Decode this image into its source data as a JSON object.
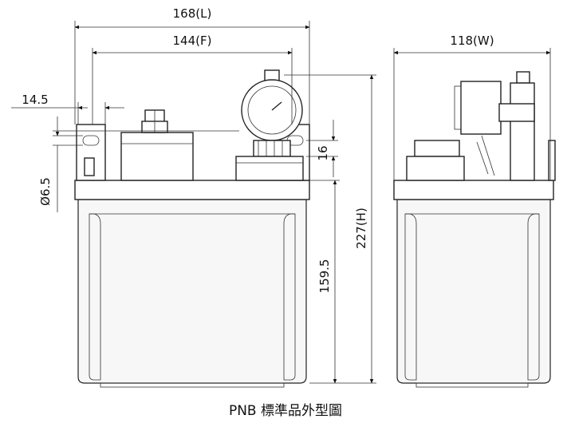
{
  "dimensions": {
    "length": "168(L)",
    "flange": "144(F)",
    "width": "118(W)",
    "height": "227(H)",
    "tank_height": "159.5",
    "hole_offset": "14.5",
    "hole_dia": "Ø6.5",
    "base_thickness": "16"
  },
  "caption": "PNB 標準品外型圖"
}
